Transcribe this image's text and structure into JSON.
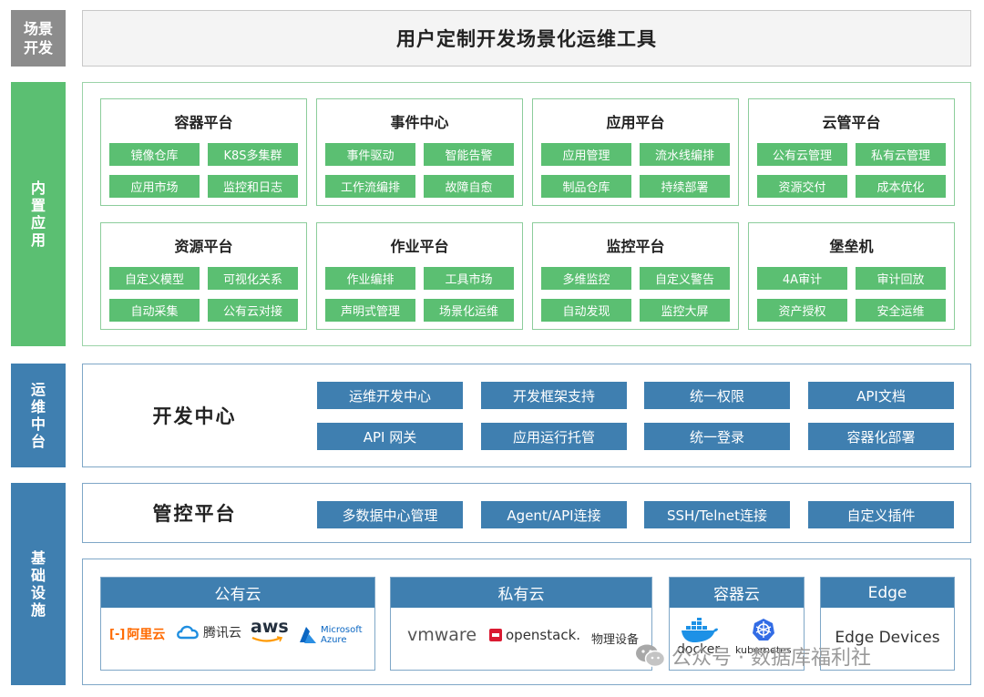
{
  "side": {
    "scene": "场景开发",
    "builtin": "内置应用",
    "ops": "运维中台",
    "infra": "基础设施"
  },
  "top_title": "用户定制开发场景化运维工具",
  "cards": [
    {
      "title": "容器平台",
      "items": [
        "镜像仓库",
        "K8S多集群",
        "应用市场",
        "监控和日志"
      ]
    },
    {
      "title": "事件中心",
      "items": [
        "事件驱动",
        "智能告警",
        "工作流编排",
        "故障自愈"
      ]
    },
    {
      "title": "应用平台",
      "items": [
        "应用管理",
        "流水线编排",
        "制品仓库",
        "持续部署"
      ]
    },
    {
      "title": "云管平台",
      "items": [
        "公有云管理",
        "私有云管理",
        "资源交付",
        "成本优化"
      ]
    },
    {
      "title": "资源平台",
      "items": [
        "自定义模型",
        "可视化关系",
        "自动采集",
        "公有云对接"
      ]
    },
    {
      "title": "作业平台",
      "items": [
        "作业编排",
        "工具市场",
        "声明式管理",
        "场景化运维"
      ]
    },
    {
      "title": "监控平台",
      "items": [
        "多维监控",
        "自定义警告",
        "自动发现",
        "监控大屏"
      ]
    },
    {
      "title": "堡垒机",
      "items": [
        "4A审计",
        "审计回放",
        "资产授权",
        "安全运维"
      ]
    }
  ],
  "dev_center": {
    "label": "开发中心",
    "items": [
      "运维开发中心",
      "开发框架支持",
      "统一权限",
      "API文档",
      "API 网关",
      "应用运行托管",
      "统一登录",
      "容器化部署"
    ]
  },
  "control_platform": {
    "label": "管控平台",
    "items": [
      "多数据中心管理",
      "Agent/API连接",
      "SSH/Telnet连接",
      "自定义插件"
    ]
  },
  "infra": {
    "public": {
      "title": "公有云",
      "logos": [
        "阿里云",
        "腾讯云",
        "aws",
        "Microsoft Azure"
      ]
    },
    "private": {
      "title": "私有云",
      "logos": [
        "vmware",
        "openstack.",
        "物理设备"
      ]
    },
    "container": {
      "title": "容器云",
      "logos": [
        "docker",
        "kubernetes"
      ]
    },
    "edge": {
      "title": "Edge",
      "label": "Edge Devices"
    }
  },
  "watermark": "公众号 · 数据库福利社",
  "colors": {
    "green": "#5bbf72",
    "blue": "#3f7fb0",
    "gray": "#8c8c8c"
  }
}
